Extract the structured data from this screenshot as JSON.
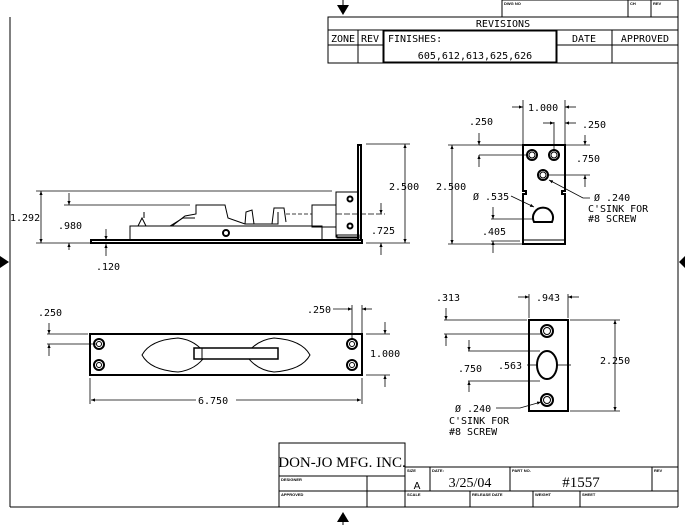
{
  "revisions": {
    "dwg_no_label": "DWG NO",
    "ch_label": "CH",
    "rev_label": "REV",
    "title": "REVISIONS",
    "columns": [
      "ZONE",
      "REV",
      "FINISHES:",
      "DATE",
      "APPROVED"
    ],
    "finishes": "605,612,613,625,626"
  },
  "title_block": {
    "company": "DON-JO MFG. INC.",
    "designer_label": "DESIGNER",
    "approved_label": "APPROVED",
    "size_label": "SIZE",
    "size": "A",
    "date_label": "DATE:",
    "date": "3/25/04",
    "part_no_label": "PART NO.",
    "part_no": "#1557",
    "rev_label": "REV",
    "scale_label": "SCALE",
    "release_date_label": "RELEASE DATE",
    "weight_label": "WEIGHT",
    "sheet_label": "SHEET"
  },
  "side_view": {
    "dims": [
      "1.292",
      ".980",
      ".120",
      "2.500",
      ".725"
    ]
  },
  "end_plate_view": {
    "dims": [
      "1.000",
      ".250",
      ".250",
      ".750",
      "2.500",
      "Ø .535",
      ".405",
      "Ø .240",
      "C'SINK FOR",
      "#8 SCREW"
    ]
  },
  "top_view": {
    "dims": [
      ".250",
      ".250",
      "1.000",
      "6.750"
    ]
  },
  "strike_view": {
    "dims": [
      ".313",
      ".943",
      "2.250",
      ".750",
      ".563",
      "Ø .240",
      "C'SINK FOR",
      "#8 SCREW"
    ]
  }
}
